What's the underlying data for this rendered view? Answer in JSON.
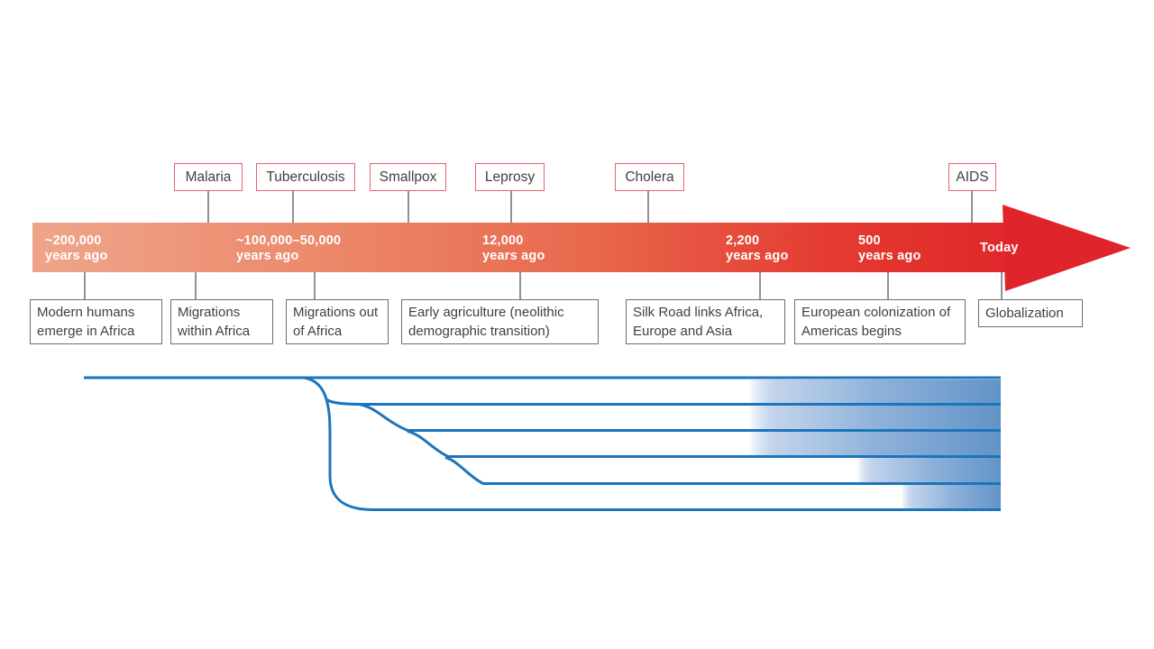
{
  "diseases": [
    "Malaria",
    "Tuberculosis",
    "Smallpox",
    "Leprosy",
    "Cholera",
    "AIDS"
  ],
  "timeline": {
    "periods": [
      {
        "time": "~200,000",
        "unit": "years ago"
      },
      {
        "time": "~100,000–50,000",
        "unit": "years ago"
      },
      {
        "time": "12,000",
        "unit": "years ago"
      },
      {
        "time": "2,200",
        "unit": "years ago"
      },
      {
        "time": "500",
        "unit": "years ago"
      },
      {
        "time": "Today",
        "unit": ""
      }
    ]
  },
  "events": [
    "Modern humans emerge in Africa",
    "Migrations within Africa",
    "Migrations out of Africa",
    "Early agriculture (neolithic demographic transition)",
    "Silk Road links Africa, Europe and Asia",
    "European colonization of Americas begins",
    "Globalization"
  ],
  "colors": {
    "timeline_start": "#efa58b",
    "timeline_end": "#e0242b",
    "disease_box_border": "#e5646c",
    "event_box_border": "#6d6e71",
    "connector": "#6d6e71",
    "tree_line": "#1c75bc",
    "tree_fill": "#6294c8",
    "text": "#414042"
  }
}
